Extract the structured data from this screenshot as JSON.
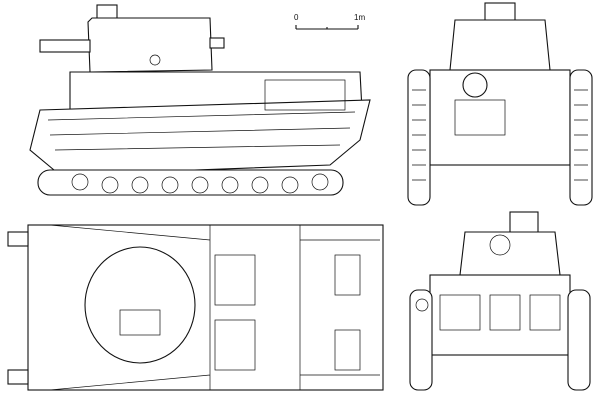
{
  "scale_bar": {
    "start_label": "0",
    "end_label": "1m"
  },
  "views": [
    "side-view",
    "front-view",
    "top-view",
    "rear-view"
  ],
  "colors": {
    "line": "#111111",
    "background": "#ffffff"
  }
}
